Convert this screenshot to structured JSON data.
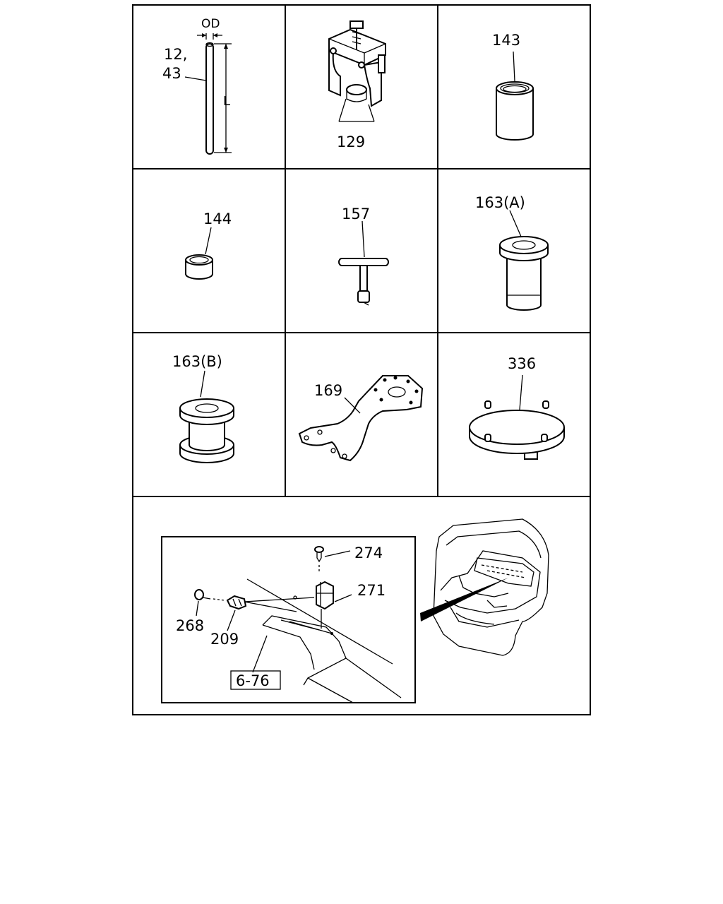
{
  "cells": [
    {
      "id": "rod",
      "labels": [
        "12,",
        "43"
      ],
      "dims": {
        "od": "OD",
        "length": "L"
      }
    },
    {
      "id": "puller",
      "labels": [
        "129"
      ]
    },
    {
      "id": "sleeve",
      "labels": [
        "143"
      ]
    },
    {
      "id": "short-sleeve",
      "labels": [
        "144"
      ]
    },
    {
      "id": "t-wrench",
      "labels": [
        "157"
      ]
    },
    {
      "id": "flanged-installer-a",
      "labels": [
        "163(A)"
      ]
    },
    {
      "id": "spool-installer-b",
      "labels": [
        "163(B)"
      ]
    },
    {
      "id": "holder-bracket",
      "labels": [
        "169"
      ]
    },
    {
      "id": "disc-plate",
      "labels": [
        "336"
      ]
    }
  ],
  "detail": {
    "labels": [
      "274",
      "271",
      "268",
      "209"
    ],
    "reference": "6-76"
  }
}
